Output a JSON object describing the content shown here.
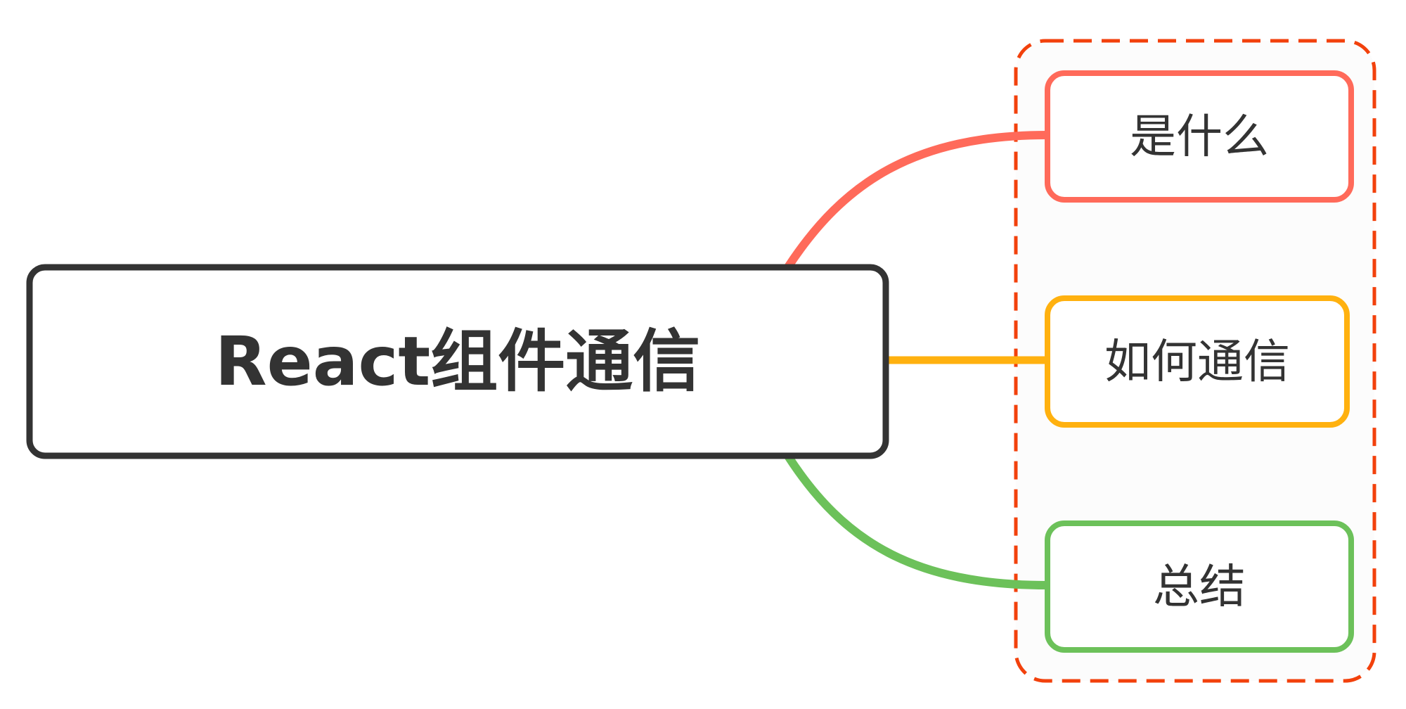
{
  "mindmap": {
    "root": {
      "label": "React组件通信",
      "color": "#333333"
    },
    "group": {
      "border_color": "#f2410c",
      "style": "dashed"
    },
    "children": [
      {
        "label": "是什么",
        "color": "#ff6a5a"
      },
      {
        "label": "如何通信",
        "color": "#ffb10f"
      },
      {
        "label": "总结",
        "color": "#6cc15a"
      }
    ]
  }
}
